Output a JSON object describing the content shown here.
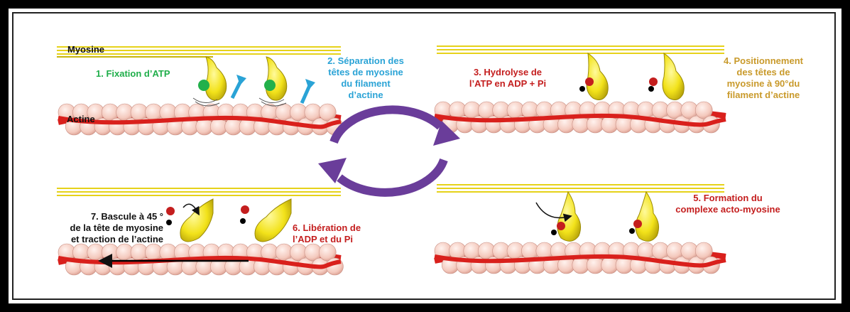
{
  "labels": {
    "myosine": "Myosine",
    "actine": "Actine",
    "step1": "1. Fixation d’ATP",
    "step2": [
      "2. Séparation des",
      "têtes de myosine",
      "du filament",
      "d’actine"
    ],
    "step3": [
      "3. Hydrolyse de",
      "l’ATP en ADP + Pi"
    ],
    "step4": [
      "4. Positionnement",
      "des têtes de",
      "myosine à 90°du",
      "filament d’actine"
    ],
    "step5": [
      "5. Formation du",
      "complexe acto-myosine"
    ],
    "step6": [
      "6. Libération de",
      "l’ADP et du Pi"
    ],
    "step7": [
      "7. Bascule à 45 °",
      "de la tête de myosine",
      "et traction de l’actine"
    ]
  },
  "colors": {
    "step1": "#1fae4a",
    "step2": "#2aa3d6",
    "step3": "#c41e1e",
    "step4": "#c99a2b",
    "step5": "#c41e1e",
    "step6": "#c41e1e",
    "step7": "#111111",
    "cycle_arrows": "#6a3d9a",
    "myosin_head": "#f2e21a",
    "actin_bead": "#f6cfc4",
    "actin_strand": "#d9201c"
  }
}
